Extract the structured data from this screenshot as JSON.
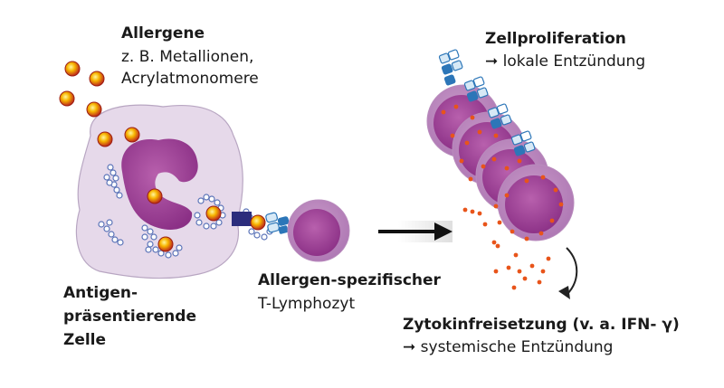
{
  "allergens": {
    "title": "Allergene",
    "line1": "z. B. Metallionen,",
    "line2": "Acrylatmonomere"
  },
  "apc": {
    "line1": "Antigen-",
    "line2": "präsentierende",
    "line3": "Zelle"
  },
  "tcell": {
    "title": "Allergen-spezifischer",
    "subtitle": "T-Lymphozyt"
  },
  "proliferation": {
    "title": "Zellproliferation",
    "arrow": "➞",
    "subtitle": "lokale Entzündung"
  },
  "cytokine": {
    "title": "Zytokinfreisetzung (v. a. IFN- γ)",
    "arrow": "➞",
    "subtitle": "systemische Entzündung"
  },
  "colors": {
    "cell_fill": "#e6d9ea",
    "nucleus": "#a64d98",
    "tcell_nucleus": "#8a2f85",
    "receptor_blue": "#2c76b8",
    "dot_orange": "#e8541a",
    "allergen_core": "#f7b500"
  }
}
